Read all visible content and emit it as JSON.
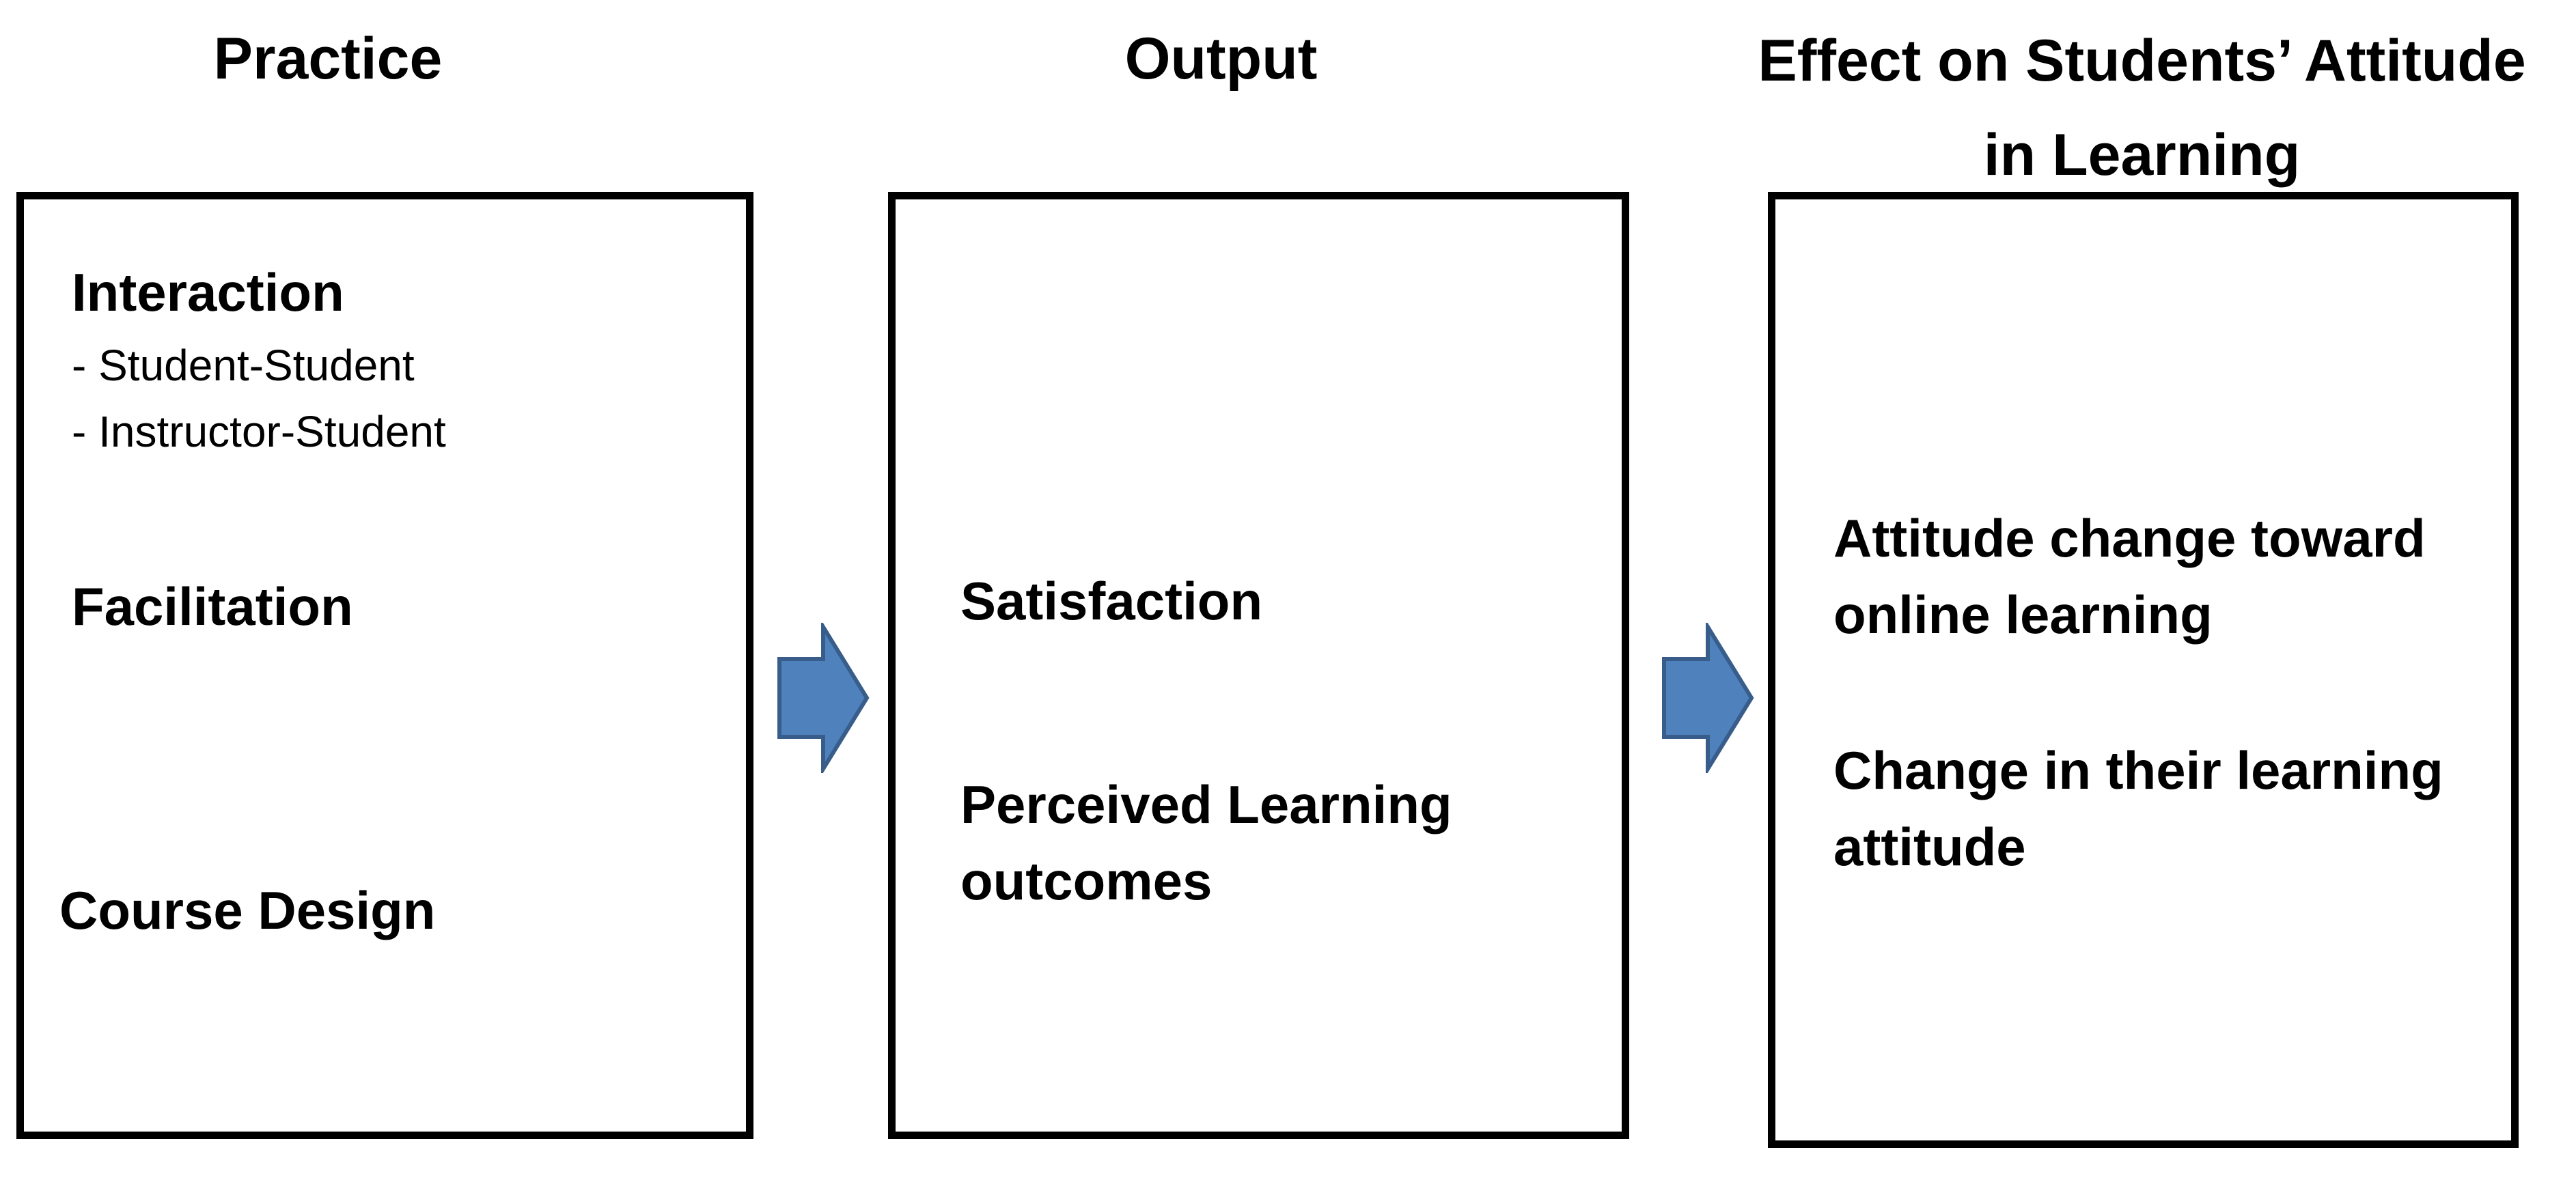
{
  "headings": {
    "practice": "Practice",
    "output": "Output",
    "effect_line1": "Effect on Students’ Attitude",
    "effect_line2": "in Learning"
  },
  "practice": {
    "interaction": "Interaction",
    "interaction_subitems": [
      "- Student-Student",
      "- Instructor-Student"
    ],
    "facilitation": "Facilitation",
    "course_design": "Course Design"
  },
  "output": {
    "satisfaction": "Satisfaction",
    "perceived_learning": "Perceived Learning outcomes"
  },
  "effect": {
    "attitude_change": "Attitude change toward online learning",
    "learning_attitude": "Change in their learning attitude"
  },
  "colors": {
    "arrow_fill": "#4F81BD",
    "arrow_stroke": "#385D8A",
    "box_border": "#000000"
  }
}
